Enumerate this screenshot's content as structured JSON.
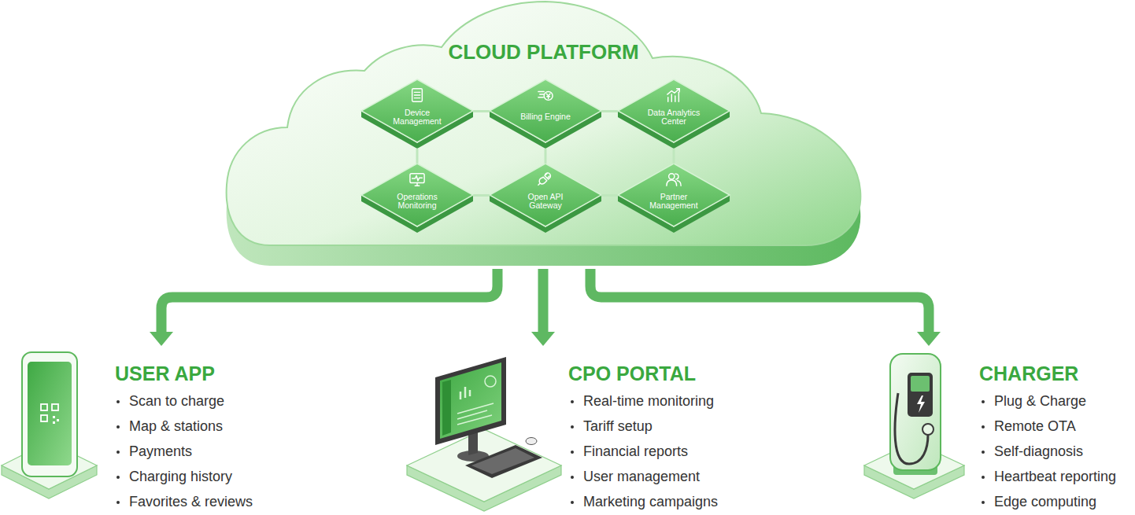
{
  "diagram": {
    "nodes": [
      {
        "text": [
          "CLOUD PLATFORM"
        ]
      },
      {
        "text": [
          "Device Management"
        ],
        "in": 0
      },
      {
        "text": [
          "Billing Engine"
        ],
        "in": 0
      },
      {
        "text": [
          "Data Analytics Center"
        ],
        "in": 0
      },
      {
        "text": [
          "Operations Monitoring"
        ],
        "in": 0
      },
      {
        "text": [
          "Open API Gateway"
        ],
        "in": 0
      },
      {
        "text": [
          "Partner Management"
        ],
        "in": 0
      },
      {
        "text": [
          "USER APP",
          "Scan to charge",
          "Map & stations",
          "Payments",
          "Charging history",
          "Favorites & reviews"
        ]
      },
      {
        "text": [
          "CPO PORTAL",
          "Real-time monitoring",
          "Tariff setup",
          "Financial reports",
          "User management",
          "Marketing campaigns"
        ]
      },
      {
        "text": [
          "CHARGER",
          "Plug & Charge",
          "Remote OTA",
          "Self-diagnosis",
          "Heartbeat reporting",
          "Edge computing"
        ]
      }
    ],
    "edges": [
      {
        "from": 1,
        "to": 2,
        "arrow": "none"
      },
      {
        "from": 2,
        "to": 3,
        "arrow": "none"
      },
      {
        "from": 4,
        "to": 5,
        "arrow": "none"
      },
      {
        "from": 5,
        "to": 6,
        "arrow": "none"
      },
      {
        "from": 1,
        "to": 4,
        "arrow": "none"
      },
      {
        "from": 2,
        "to": 5,
        "arrow": "none"
      },
      {
        "from": 3,
        "to": 6,
        "arrow": "none"
      },
      {
        "from": 0,
        "to": 7,
        "arrow": "to"
      },
      {
        "from": 0,
        "to": 8,
        "arrow": "to"
      },
      {
        "from": 0,
        "to": 9,
        "arrow": "to"
      }
    ]
  }
}
